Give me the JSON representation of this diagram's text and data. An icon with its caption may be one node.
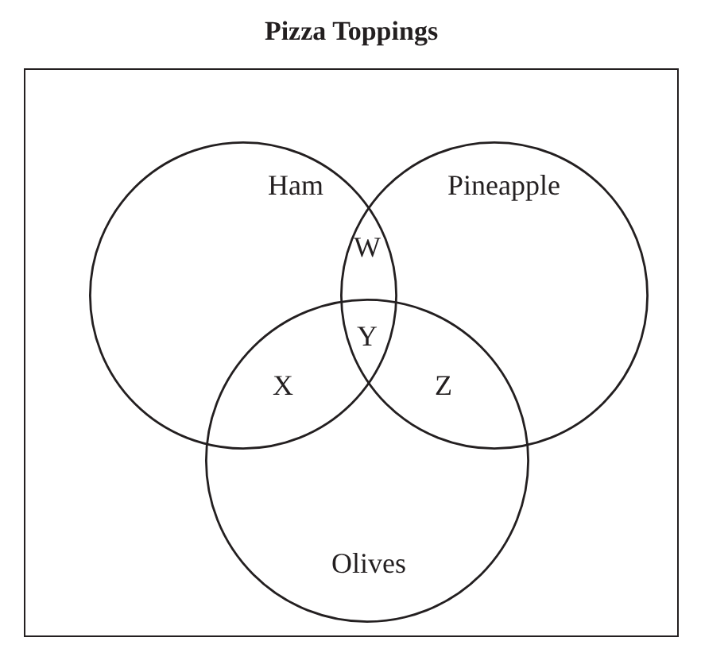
{
  "diagram": {
    "title": "Pizza Toppings",
    "nodes": [
      {
        "text": [],
        "shape": "box"
      },
      {
        "text": [
          "Ham"
        ],
        "in": 0
      },
      {
        "text": [
          "Pineapple"
        ],
        "in": 0
      },
      {
        "text": [
          "Olives"
        ],
        "in": 0
      }
    ],
    "labels": [
      "W",
      "Y",
      "X",
      "Z"
    ]
  }
}
